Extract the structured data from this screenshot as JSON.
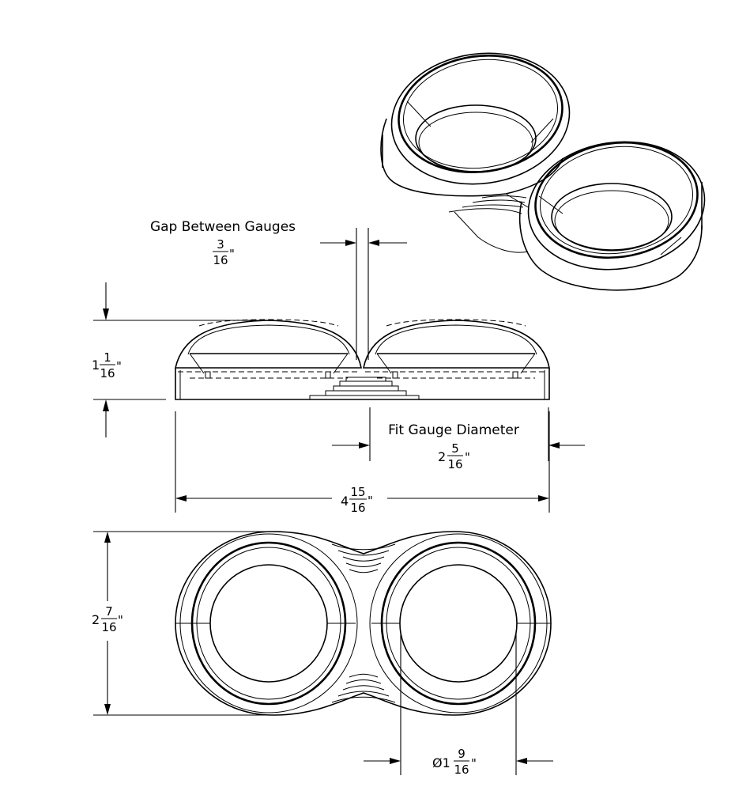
{
  "dimensions": {
    "gap_label": "Gap Between Gauges",
    "gap_numerator": "3",
    "gap_denominator": "16",
    "gap_unit": "\"",
    "height_whole": "1",
    "height_numerator": "1",
    "height_denominator": "16",
    "height_unit": "\"",
    "fit_label": "Fit Gauge Diameter",
    "fit_whole": "2",
    "fit_numerator": "5",
    "fit_denominator": "16",
    "fit_unit": "\"",
    "width_whole": "4",
    "width_numerator": "15",
    "width_denominator": "16",
    "width_unit": "\"",
    "depth_whole": "2",
    "depth_numerator": "7",
    "depth_denominator": "16",
    "depth_unit": "\"",
    "hole_prefix": "Ø1",
    "hole_numerator": "9",
    "hole_denominator": "16",
    "hole_unit": "\""
  }
}
